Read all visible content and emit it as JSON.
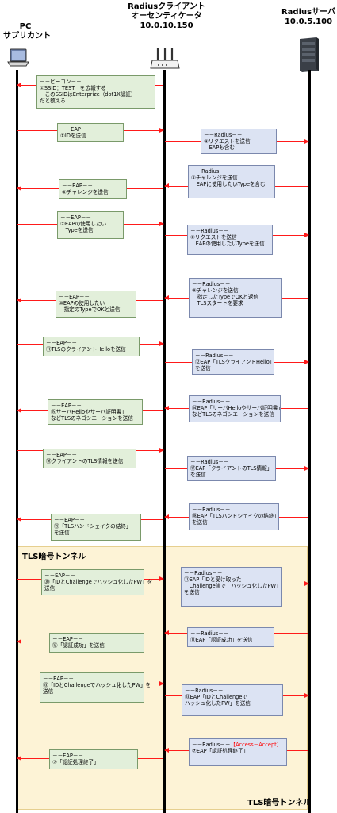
{
  "actors": {
    "pc": {
      "line1": "PC",
      "line2": "サプリカント",
      "icon": "laptop-icon"
    },
    "authenticator": {
      "line1": "Radiusクライアント",
      "line2": "オーセンティケータ",
      "line3": "10.0.10.150",
      "icon": "router-icon"
    },
    "server": {
      "line1": "Radiusサーバ",
      "line2": "10.0.5.100",
      "icon": "server-icon"
    }
  },
  "tunnel": {
    "label_top": "TLS暗号トンネル",
    "label_bottom": "TLS暗号トンネル"
  },
  "messages": [
    {
      "lines": [
        "－－ビーコン－－",
        "①SSID：TEST　を広報する",
        "　このSSIDはEnterprize（dot1X認証）",
        "だと教える"
      ]
    },
    {
      "lines": [
        "－－EAP－－",
        "①IDを送信"
      ]
    },
    {
      "lines": [
        "－－Radius－－",
        "④リクエストを送信",
        "　EAPも含む"
      ]
    },
    {
      "lines": [
        "－－Radius－－",
        "⑤チャレンジを送信",
        "　EAPに使用したいTypeを含む"
      ]
    },
    {
      "lines": [
        "－－EAP－－",
        "⑥チャレンジを送信"
      ]
    },
    {
      "lines": [
        "－－EAP－－",
        "⑦EAPの使用したい",
        "　Typeを送信"
      ]
    },
    {
      "lines": [
        "－－Radius－－",
        "⑧リクエストを送信",
        "　EAPの使用したいTypeを送信"
      ]
    },
    {
      "lines": [
        "－－Radius－－",
        "⑨チャレンジを送信",
        "　指定したTypeでOKと返信",
        "　TLSスタートを要求"
      ]
    },
    {
      "lines": [
        "－－EAP－－",
        "⑩EAPの使用したい",
        "　指定のTypeでOKと送信"
      ]
    },
    {
      "lines": [
        "－－EAP－－",
        "⑪TLSのクライアントHelloを送信"
      ]
    },
    {
      "lines": [
        "－－Radius－－",
        "⑫EAP「TLSクライアントHello」",
        "を送信"
      ]
    },
    {
      "lines": [
        "－－Radius－－",
        "⑭EAP「サーバHelloやサーバ証明書」",
        "などTLSのネゴシエーションを送信"
      ]
    },
    {
      "lines": [
        "－－EAP－－",
        "⑮サーバHelloやサーバ証明書」",
        "などTLSのネゴシエーションを送信"
      ]
    },
    {
      "lines": [
        "－－EAP－－",
        "⑯クライアントのTLS情報を送信"
      ]
    },
    {
      "lines": [
        "－－Radius－－",
        "⑰EAP「クライアントのTLS情報」",
        "を送信"
      ]
    },
    {
      "lines": [
        "－－Radius－－",
        "⑱EAP「TLSハンドシェイクの結終」",
        "を送信"
      ]
    },
    {
      "lines": [
        "－－EAP－－",
        "⑲「TLSハンドシェイクの結終」",
        "を送信"
      ]
    },
    {
      "lines": [
        "－－EAP－－",
        "⑳「IDとChallengeでハッシュ化したPW」を",
        "送信"
      ]
    },
    {
      "lines": [
        "－－Radius－－",
        "⑪EAP「IDと受け取った",
        "　Challenge値で　ハッシュ化したPW」",
        "を送信"
      ]
    },
    {
      "lines": [
        "－－Radius－－",
        "⑪EAP「認証成功」を送信"
      ]
    },
    {
      "lines": [
        "－－EAP－－",
        "⑫「認証成功」を送信"
      ]
    },
    {
      "lines": [
        "－－EAP－－",
        "⑬「IDとChallengeでハッシュ化したPW」を",
        "送信"
      ]
    },
    {
      "lines": [
        "－－Radius－－",
        "⑬EAP「IDとChallengeで",
        "ハッシュ化したPW」を送信"
      ]
    },
    {
      "lines": [
        "－－Radius－－",
        "⑦EAP「認証処理終了」"
      ],
      "prefix": "－－Radius－－",
      "highlight": "【Access－Accept】"
    },
    {
      "lines": [
        "－－EAP－－",
        "⑦「認証処理終了」"
      ]
    }
  ],
  "arrows": [
    {
      "direction": "to-pc"
    },
    {
      "direction": "to-auth"
    },
    {
      "direction": "to-server"
    },
    {
      "direction": "to-auth"
    },
    {
      "direction": "to-pc"
    },
    {
      "direction": "to-auth"
    },
    {
      "direction": "to-server"
    },
    {
      "direction": "to-auth"
    },
    {
      "direction": "to-pc"
    },
    {
      "direction": "to-auth"
    },
    {
      "direction": "to-server"
    },
    {
      "direction": "to-auth"
    },
    {
      "direction": "to-pc"
    },
    {
      "direction": "to-auth"
    },
    {
      "direction": "to-server"
    },
    {
      "direction": "to-auth"
    },
    {
      "direction": "to-pc"
    },
    {
      "direction": "to-auth"
    },
    {
      "direction": "to-server"
    },
    {
      "direction": "to-auth"
    },
    {
      "direction": "to-pc"
    },
    {
      "direction": "to-auth"
    },
    {
      "direction": "to-server"
    },
    {
      "direction": "to-auth"
    },
    {
      "direction": "to-pc"
    }
  ],
  "colors": {
    "eap_box": "#e2efda",
    "radius_box": "#dce3f3",
    "arrow": "#ff1a1a",
    "tunnel": "#fdf3d6"
  }
}
